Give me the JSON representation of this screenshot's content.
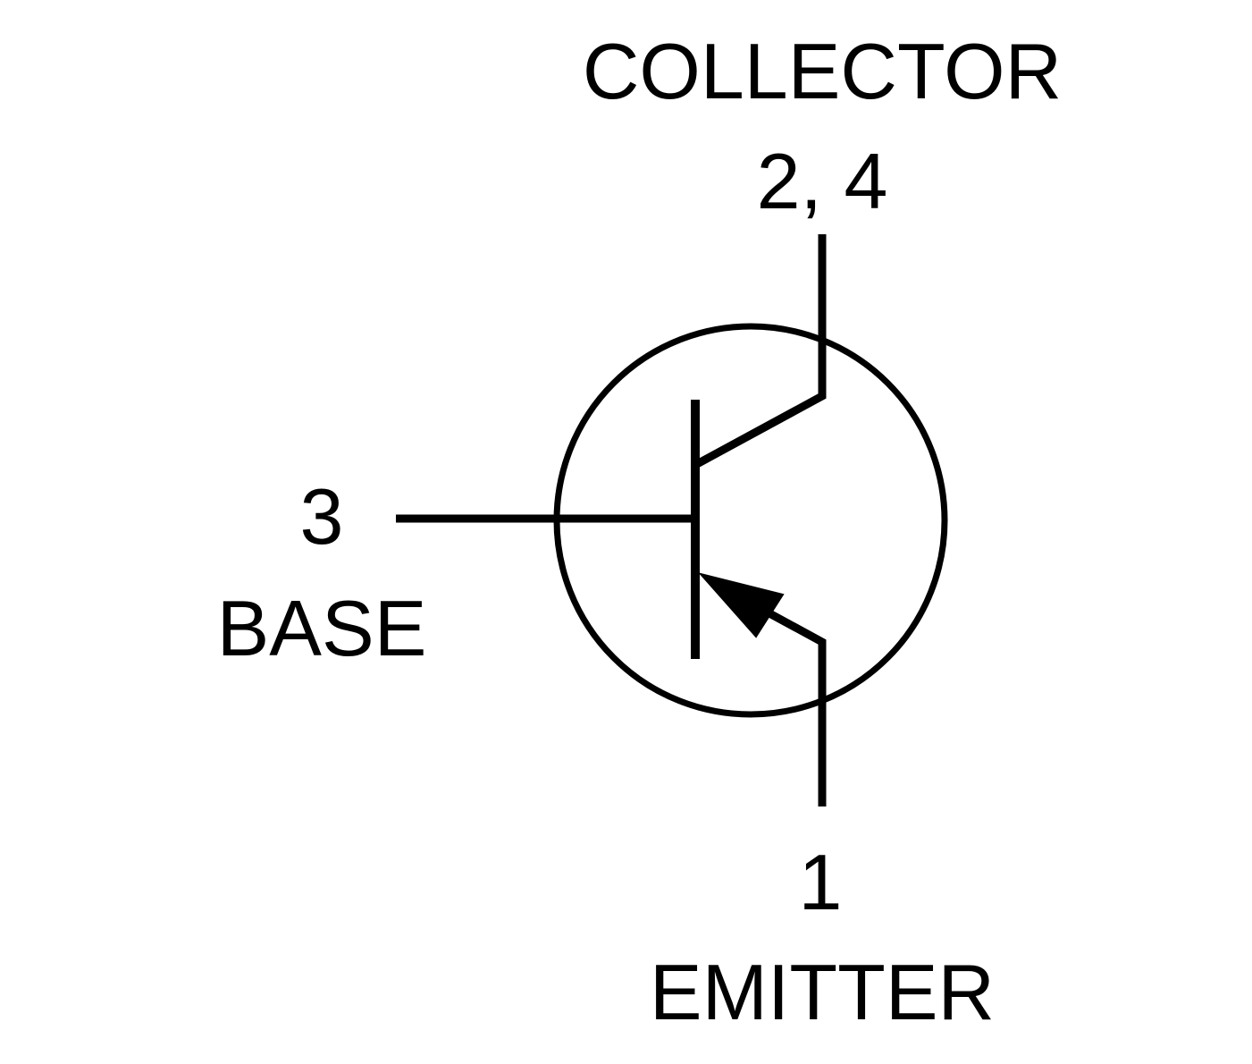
{
  "symbol": {
    "type": "npn-transistor",
    "stroke_color": "#000000",
    "background_color": "#ffffff"
  },
  "labels": {
    "collector_name": "COLLECTOR",
    "collector_pins": "2, 4",
    "base_pin": "3",
    "base_name": "BASE",
    "emitter_pin": "1",
    "emitter_name": "EMITTER"
  }
}
